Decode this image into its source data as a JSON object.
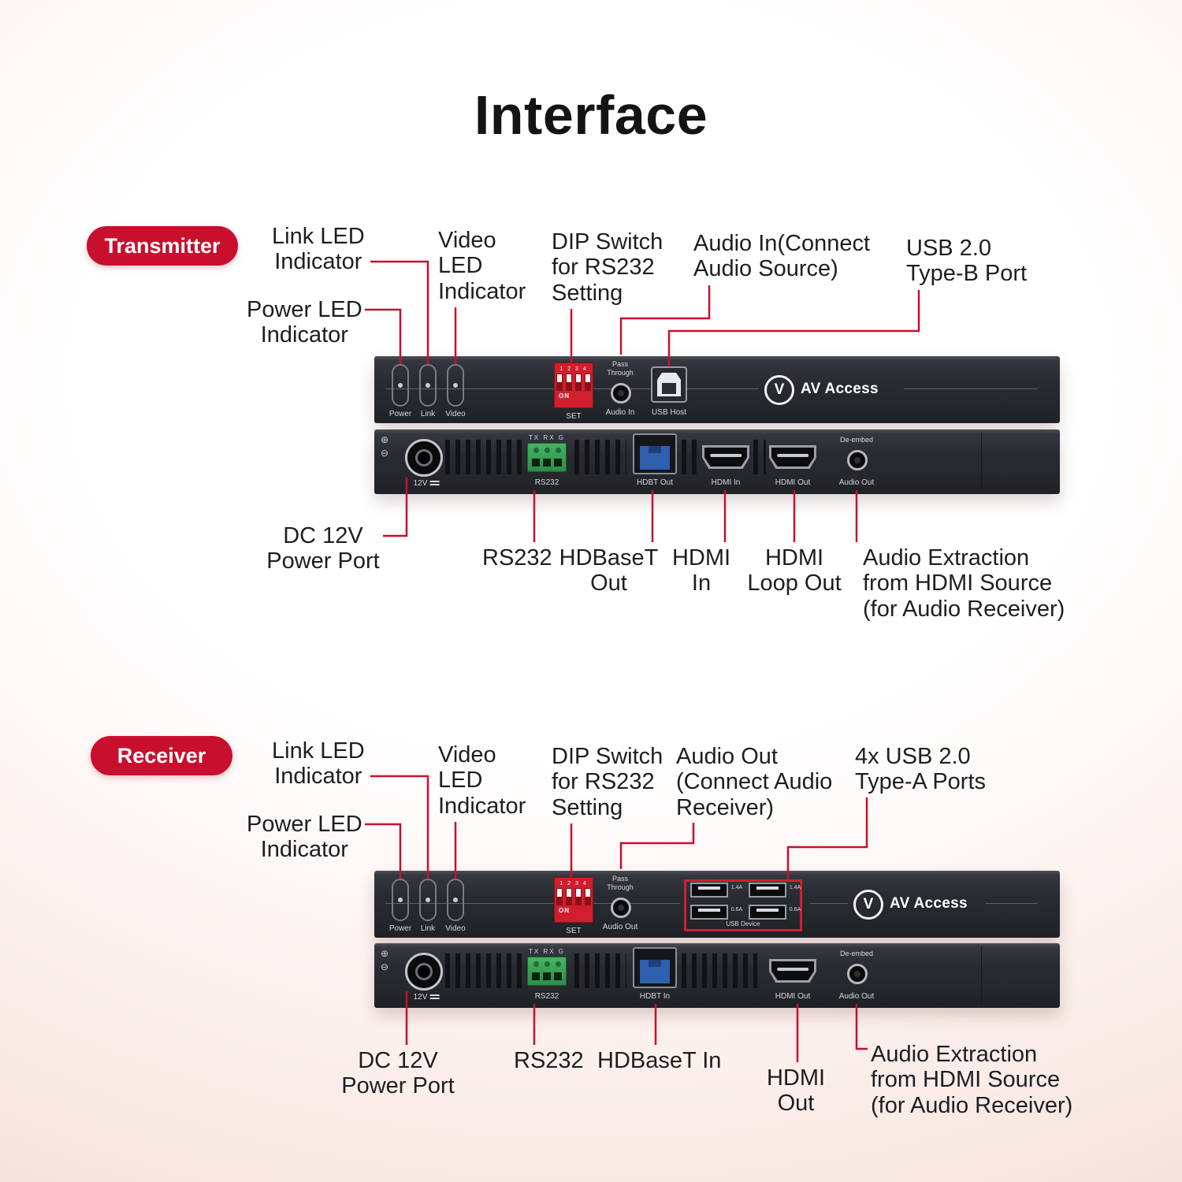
{
  "title": "Interface",
  "brand": {
    "name": "AV Access",
    "mark": "V"
  },
  "icons": {
    "polarity_positive": "⊕",
    "polarity_negative": "⊖"
  },
  "colors": {
    "accent_red": "#c8102e",
    "panel_dark": "#26292e"
  },
  "transmitter": {
    "badge": "Transmitter",
    "callouts": {
      "link_led": "Link LED\nIndicator",
      "power_led": "Power LED\nIndicator",
      "video_led": "Video\nLED\nIndicator",
      "dip": "DIP Switch\nfor RS232\nSetting",
      "audio_in": "Audio In(Connect\nAudio Source)",
      "usb": "USB 2.0\nType-B Port",
      "dc": "DC 12V\nPower Port",
      "rs232": "RS232",
      "hdbaset": "HDBaseT\nOut",
      "hdmi_in": "HDMI\nIn",
      "hdmi_loop": "HDMI\nLoop Out",
      "audio_ext": "Audio Extraction\nfrom HDMI Source\n(for Audio Receiver)"
    },
    "front": {
      "leds": [
        "Power",
        "Link",
        "Video"
      ],
      "dip_numbers": "1 2 3 4",
      "dip_on": "ON",
      "dip_set": "SET",
      "pass_through": "Pass\nThrough",
      "jack_label": "Audio In",
      "usb_host": "USB Host"
    },
    "rear": {
      "dc": "12V",
      "rs232_pins": "TX RX G",
      "rs232": "RS232",
      "hdbt": "HDBT Out",
      "hdmi_a": "HDMI In",
      "hdmi_b": "HDMI Out",
      "deembed": "De-embed",
      "audio_out": "Audio Out"
    }
  },
  "receiver": {
    "badge": "Receiver",
    "callouts": {
      "link_led": "Link LED\nIndicator",
      "power_led": "Power LED\nIndicator",
      "video_led": "Video\nLED\nIndicator",
      "dip": "DIP Switch\nfor RS232\nSetting",
      "audio_out": "Audio Out\n(Connect Audio\nReceiver)",
      "usb": "4x USB 2.0\nType-A Ports",
      "dc": "DC 12V\nPower Port",
      "rs232": "RS232",
      "hdbaset": "HDBaseT In",
      "hdmi_out": "HDMI\nOut",
      "audio_ext": "Audio Extraction\nfrom HDMI Source\n(for Audio Receiver)"
    },
    "front": {
      "leds": [
        "Power",
        "Link",
        "Video"
      ],
      "dip_numbers": "1 2 3 4",
      "dip_on": "ON",
      "dip_set": "SET",
      "pass_through": "Pass\nThrough",
      "jack_label": "Audio Out",
      "usb_amps": [
        "1.4A",
        "1.4A",
        "0.6A",
        "0.6A"
      ],
      "usb_device": "USB Device"
    },
    "rear": {
      "dc": "12V",
      "rs232_pins": "TX RX G",
      "rs232": "RS232",
      "hdbt": "HDBT In",
      "hdmi_b": "HDMI Out",
      "deembed": "De-embed",
      "audio_out": "Audio Out"
    }
  }
}
